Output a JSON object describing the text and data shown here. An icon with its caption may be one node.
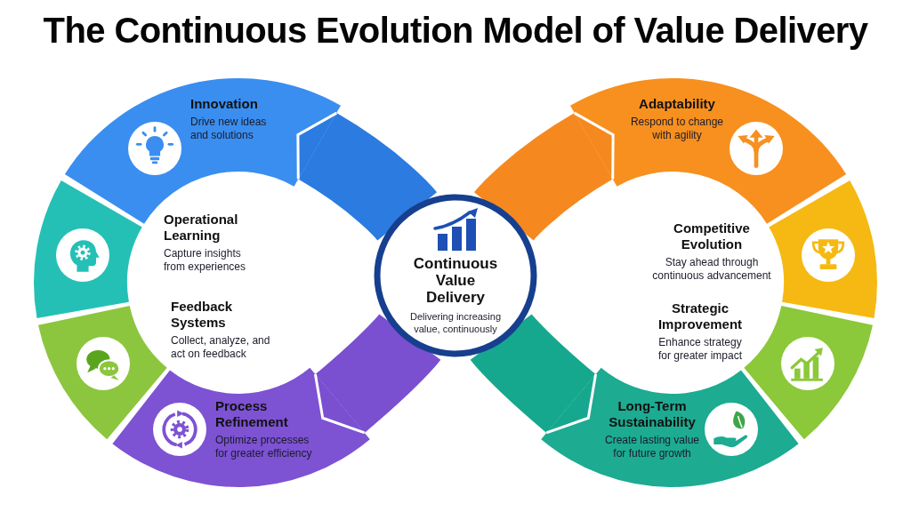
{
  "diagram": {
    "title": "The Continuous Evolution Model of Value Delivery",
    "nodes": [
      {
        "text": [
          "Innovation",
          "Drive new ideas and solutions"
        ]
      },
      {
        "text": [
          "Adaptability",
          "Respond to change with agility"
        ]
      },
      {
        "text": [
          "Operational Learning",
          "Capture insights from experiences"
        ]
      },
      {
        "text": [
          "Competitive Evolution",
          "Stay ahead through continuous advancement"
        ]
      },
      {
        "text": [
          "Continuous Value Delivery",
          "Delivering increasing value, continuously"
        ]
      },
      {
        "text": [
          "Feedback Systems",
          "Collect, analyze, and act on feedback"
        ]
      },
      {
        "text": [
          "Strategic Improvement",
          "Enhance strategy for greater impact"
        ]
      },
      {
        "text": [
          "Process Refinement",
          "Optimize processes for greater efficiency"
        ]
      },
      {
        "text": [
          "Long-Term Sustainability",
          "Create lasting value for future growth"
        ]
      }
    ],
    "edges": [
      {
        "from": 4,
        "to": 0,
        "arrow": "to",
        "color": "#2b7be0"
      },
      {
        "from": 4,
        "to": 1,
        "arrow": "to",
        "color": "#f5891f"
      },
      {
        "from": 4,
        "to": 7,
        "arrow": "to",
        "color": "#7a4fd0"
      },
      {
        "from": 4,
        "to": 8,
        "arrow": "to",
        "color": "#16a88e"
      }
    ]
  }
}
